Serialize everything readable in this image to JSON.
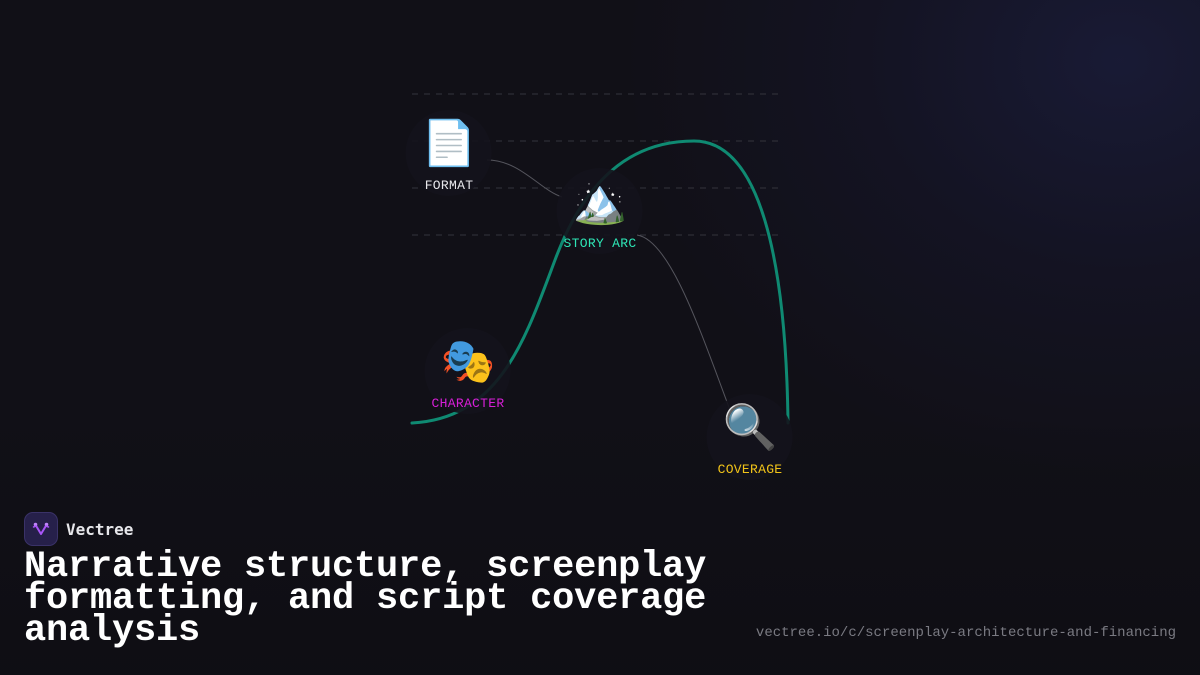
{
  "brand": {
    "name": "Vectree",
    "logo_icon": "branching-v-icon",
    "logo_color": "#a855f7"
  },
  "title": "Narrative structure, screenplay formatting, and script coverage analysis",
  "url": "vectree.io/c/screenplay-architecture-and-financing",
  "diagram": {
    "curve_color": "#0f8a72",
    "connector_color": "#5a5a62",
    "gridline_color": "#3a3a42",
    "nodes": [
      {
        "id": "format",
        "label": "FORMAT",
        "icon": "document-icon",
        "glyph": "📄",
        "color": "#e8e8ec"
      },
      {
        "id": "story-arc",
        "label": "STORY ARC",
        "icon": "mountain-icon",
        "glyph": "🏔️",
        "color": "#2ee6b6"
      },
      {
        "id": "character",
        "label": "CHARACTER",
        "icon": "theater-masks-icon",
        "glyph": "🎭",
        "color": "#d71fd7"
      },
      {
        "id": "coverage",
        "label": "COVERAGE",
        "icon": "magnifying-glass-icon",
        "glyph": "🔍",
        "color": "#f2c418"
      }
    ]
  }
}
